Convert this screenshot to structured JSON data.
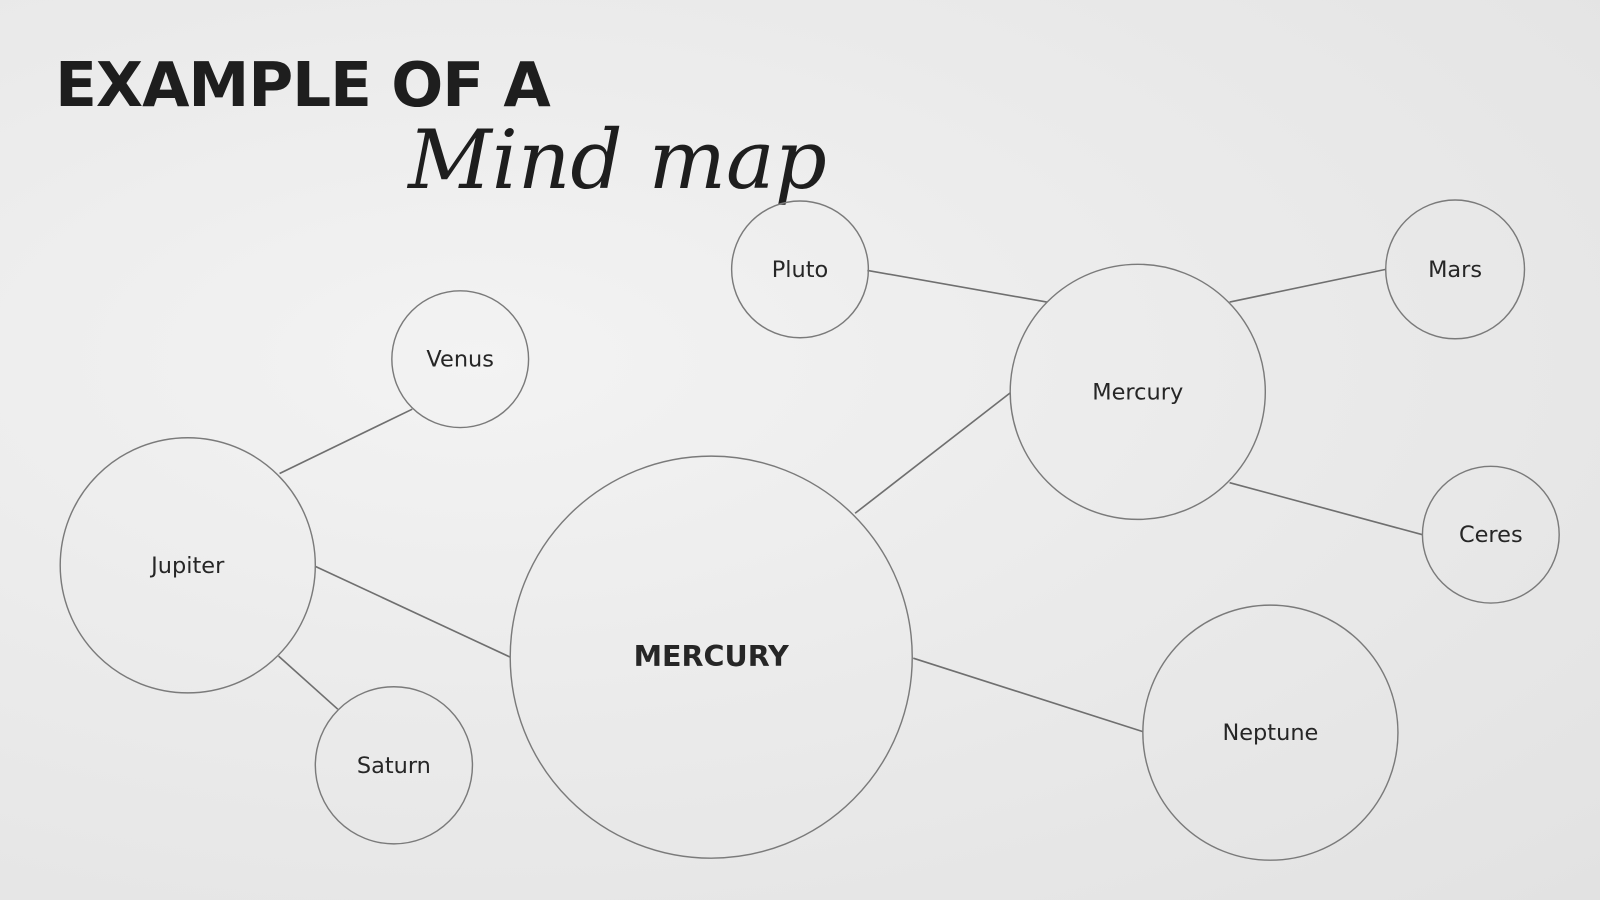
{
  "title": {
    "line1": "EXAMPLE OF A",
    "line2": "Mind map"
  },
  "nodes": {
    "center": "MERCURY",
    "pluto": "Pluto",
    "venus": "Venus",
    "jupiter": "Jupiter",
    "saturn": "Saturn",
    "mercury": "Mercury",
    "mars": "Mars",
    "ceres": "Ceres",
    "neptune": "Neptune"
  }
}
